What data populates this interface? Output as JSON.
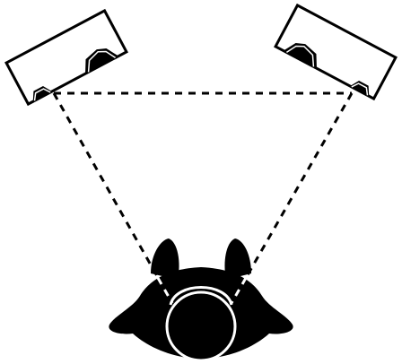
{
  "diagram": {
    "speakers": [
      {
        "id": "left",
        "icon": "speaker-icon"
      },
      {
        "id": "right",
        "icon": "speaker-icon"
      }
    ],
    "listener": {
      "icon": "listener-top-view-icon"
    },
    "sight_lines": {
      "style": "dashed",
      "count": 3
    },
    "colors": {
      "ink": "#000000",
      "paper": "#ffffff"
    }
  }
}
